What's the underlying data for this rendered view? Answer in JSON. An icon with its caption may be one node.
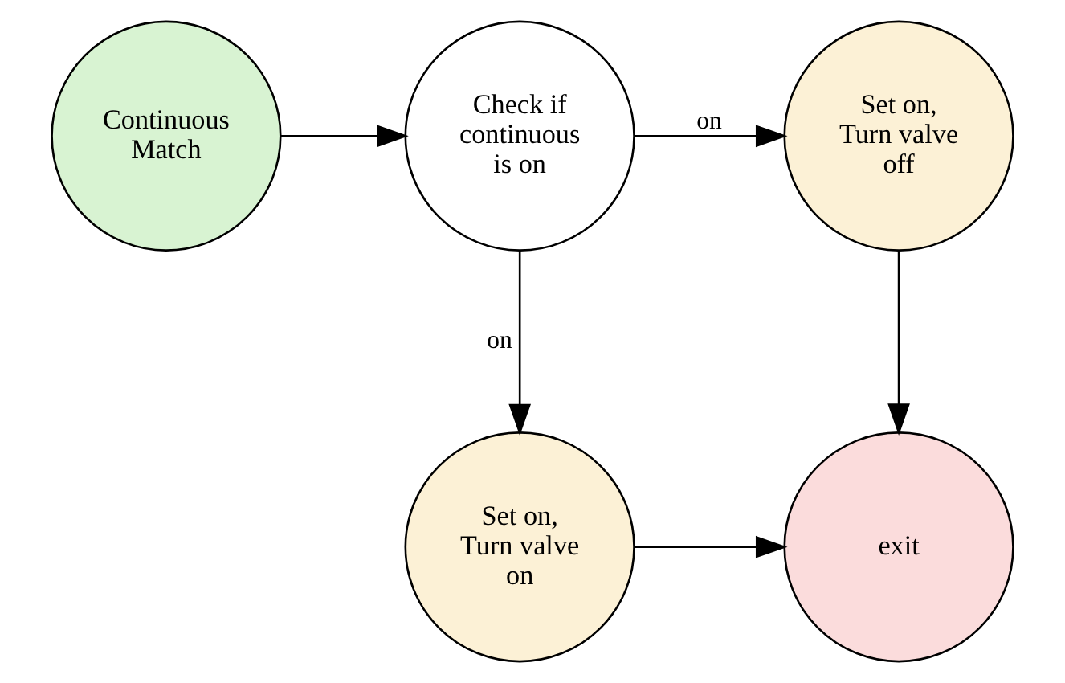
{
  "diagram": {
    "nodes": [
      {
        "text": [
          "Continuous Match"
        ]
      },
      {
        "text": [
          "Check if continuous is on"
        ]
      },
      {
        "text": [
          "Set on, Turn valve off"
        ]
      },
      {
        "text": [
          "Set on, Turn valve on"
        ]
      },
      {
        "text": [
          "exit"
        ]
      }
    ],
    "edges": [
      {
        "from": 0,
        "to": 1,
        "arrow": "to"
      },
      {
        "from": 1,
        "to": 2,
        "arrow": "to",
        "label": "on"
      },
      {
        "from": 1,
        "to": 3,
        "arrow": "to",
        "label": "on"
      },
      {
        "from": 2,
        "to": 4,
        "arrow": "to"
      },
      {
        "from": 3,
        "to": 4,
        "arrow": "to"
      }
    ]
  }
}
